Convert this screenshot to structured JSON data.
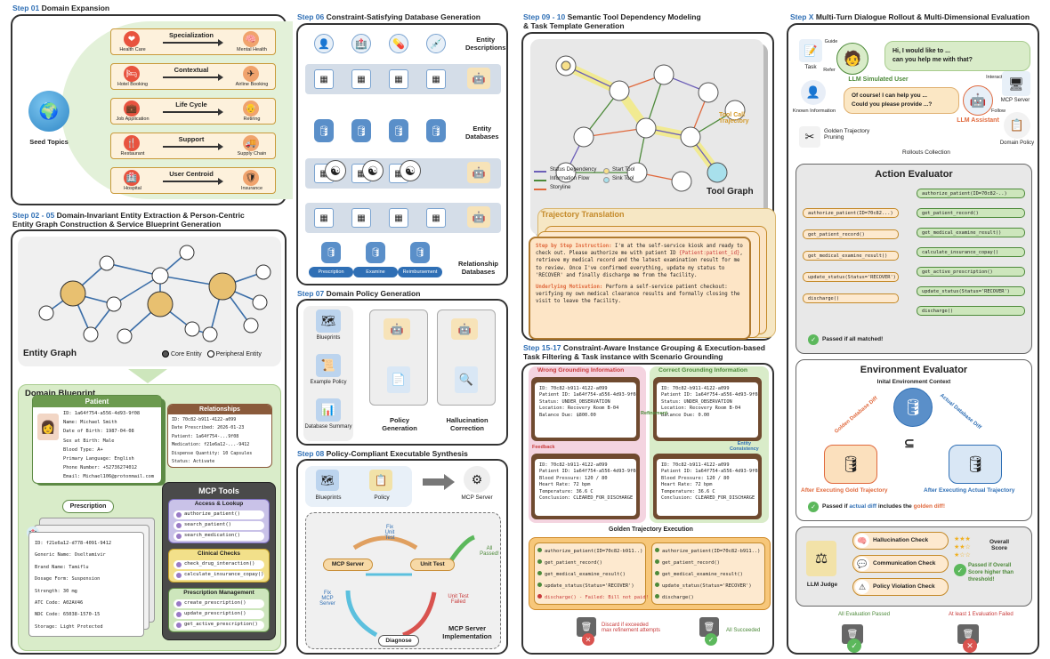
{
  "steps": {
    "s01": {
      "num": "Step 01",
      "title": " Domain Expansion"
    },
    "s0205": {
      "num": "Step 02 - 05",
      "title": " Domain-Invariant Entity Extraction & Person-Centric",
      "title2": "Entity Graph Construction & Service Blueprint Generation"
    },
    "s06": {
      "num": "Step 06",
      "title": " Constraint-Satisfying Database Generation"
    },
    "s07": {
      "num": "Step 07",
      "title": " Domain Policy Generation"
    },
    "s08": {
      "num": "Step 08",
      "title": " Policy-Compliant Executable Synthesis"
    },
    "s0910": {
      "num": "Step 09 - 10",
      "title": " Semantic Tool Dependency Modeling",
      "title2": "& Task Template Generation"
    },
    "s1517": {
      "num": "Step 15-17",
      "title": " Constraint-Aware Instance Grouping & Execution-based",
      "title2": "Task Filtering & Task instance with Scenario Grounding"
    },
    "sx": {
      "num": "Step X",
      "title": " Multi-Turn Dialogue Rollout & Multi-Dimensional Evaluation"
    }
  },
  "domain": {
    "seed": "Seed Topics",
    "rows": [
      {
        "relation": "Specialization",
        "left": "Health Care",
        "right": "Mental Health"
      },
      {
        "relation": "Contextual",
        "left": "Hotel Booking",
        "right": "Airline Booking"
      },
      {
        "relation": "Life Cycle",
        "left": "Job Application",
        "right": "Retiring"
      },
      {
        "relation": "Support",
        "left": "Restaurant",
        "right": "Supply Chain"
      },
      {
        "relation": "User Centroid",
        "left": "Hospital",
        "right": "Insurance"
      }
    ]
  },
  "graph": {
    "title": "Entity Graph",
    "legend_core": "Core Entity",
    "legend_peripheral": "Peripheral Entity"
  },
  "blueprint": {
    "title": "Domain Blueprint",
    "patient": {
      "title": "Patient",
      "lines": [
        "ID: 1a64f754-a556-4d93-9f08",
        "Name: Michael Smith",
        "Date of Birth: 1987-04-08",
        "Sex at Birth: Male",
        "Blood Type: A+",
        "Primary Language: English",
        "Phone Number: +52736274012",
        "Email: Michael106@protonmail.com"
      ]
    },
    "relationships": {
      "title": "Relationships",
      "lines": [
        "ID: 70c82-b911-4122-a099",
        "Date Prescribed: 2026-01-23",
        "Patient: 1a64f754-...9f08",
        "Medication: f21e6a12-...-9412",
        "Dispense Quantity: 10 Capsules",
        "Status: Activate"
      ]
    },
    "prescription_label": "Prescription",
    "prescription": {
      "lines": [
        "ID: f21e6a12-d778-4091-9412",
        "Generic Name: Oseltamivir",
        "Brand Name: Tamiflu",
        "Dosage Form: Suspension",
        "Strength: 30 mg",
        "ATC Code: A02AV46",
        "NDC Code: 65038-1570-15",
        "Storage: Light Protected"
      ]
    },
    "mcp": {
      "title": "MCP Tools",
      "groups": [
        {
          "name": "Access & Lookup",
          "tools": [
            "authorize_patient()",
            "search_patient()",
            "search_medication()"
          ]
        },
        {
          "name": "Clinical Checks",
          "tools": [
            "check_drug_interaction()",
            "calculate_insurance_copay()"
          ]
        },
        {
          "name": "Prescription Management",
          "tools": [
            "create_prescription()",
            "update_prescription()",
            "get_active_prescription()"
          ]
        }
      ]
    }
  },
  "db": {
    "entity_desc": "Entity\nDescriptions",
    "entity_db": "Entity\nDatabases",
    "relationship_db": "Relationship\nDatabases",
    "tables": [
      "Prescription",
      "Examine",
      "Reimbursement"
    ]
  },
  "policy": {
    "items": [
      "Blueprints",
      "Example Policy",
      "Database Summary"
    ],
    "gen": "Policy\nGeneration",
    "halluc": "Hallucination\nCorrection"
  },
  "synth": {
    "blueprints": "Blueprints",
    "policy": "Policy",
    "mcp_server": "MCP Server",
    "mcp_server2": "MCP Server",
    "unit_test": "Unit Test",
    "diagnose": "Diagnose",
    "fix_unit": "Fix\nUnit\nTest",
    "fix_mcp": "Fix\nMCP\nServer",
    "all_passed": "All\nPassed!",
    "failed": "Unit Test\nFailed",
    "impl": "MCP Server\nImplementation"
  },
  "tg": {
    "title": "Tool Graph",
    "trajectory": "Tool Call\nTrajectory",
    "legend": [
      "Status Dependency",
      "Information Flow",
      "Storyline",
      "Start Tool",
      "Sink Tool"
    ],
    "translation": "Trajectory Translation",
    "instr_label": "Step by Step Instruction:",
    "instr_text1": " I'm at the self-service kiosk and ready to check out. Please authorize me with patient ID ",
    "instr_var": "{Patient:patient_id}",
    "instr_text2": ", retrieve my medical record and the latest examination result for me to review. Once I've confirmed everything, update my status to 'RECOVER' and finally discharge me from the facility.",
    "motiv_label": "Underlying Motivation:",
    "motiv_text": " Perform a self-service patient checkout: verifying my own medical clearance results and formally closing the visit to leave the facility."
  },
  "ground": {
    "wrong": "Wrong Grounding Information",
    "correct": "Correct Grounding Information",
    "wrong_card": [
      "ID: 70c82-b911-4122-a099",
      "Patient ID: 1a64f754-a556-4d93-9f08",
      "Status: UNDER_OBSERVATION",
      "Location: Recovery Room B-04",
      "Balance Due: $800.00"
    ],
    "correct_card": [
      "ID: 70c82-b911-4122-a099",
      "Patient ID: 1a64f754-a556-4d93-9f08",
      "Status: UNDER_OBSERVATION",
      "Location: Recovery Room B-04",
      "Balance Due: 0.00"
    ],
    "exam_card": [
      "ID: 70c82-b911-4122-a099",
      "Patient ID: 1a64f754-a556-4d93-9f08",
      "Blood Pressure: 120 / 80",
      "Heart Rate: 72 bpm",
      "Temperature: 36.6 C",
      "Conclusion: CLEARED_FOR_DISCHARGE"
    ],
    "refinement": "Refinement",
    "feedback": "Feedback",
    "consistency": "Entity\nConsistency",
    "golden": "Golden Trajectory Execution",
    "left_exec": [
      "authorize_patient(ID=70c82-b911..)",
      "get_patient_record()",
      "get_medical_examine_result()",
      "update_status(Status='RECOVER')",
      "discharge() - Failed: Bill not paid!"
    ],
    "right_exec": [
      "authorize_patient(ID=70c82-b911..)",
      "get_patient_record()",
      "get_medical_examine_result()",
      "update_status(Status='RECOVER')",
      "discharge()"
    ],
    "discard": "Discard if exceeded\nmax refinement attempts",
    "succeeded": "All Succeeded"
  },
  "eval": {
    "task": "Task",
    "guide": "Guide",
    "refer": "Refer",
    "known": "Known Information",
    "user_label": "LLM Simulated User",
    "user_msg": "Hi, I would like to ...\ncan you help me with that?",
    "asst_msg": "Of course! I can help you ...\nCould you please provide ...?",
    "interaction": "Interaction",
    "follow": "Follow",
    "mcp_server": "MCP Server",
    "asst_label": "LLM Assistant",
    "domain_policy": "Domain Policy",
    "pruning": "Golden Trajectory\nPruning",
    "rollouts": "Rollouts Collection",
    "action_title": "Action Evaluator",
    "gold_calls": [
      "authorize_patient(ID=70c82...)",
      "get_patient_record()",
      "get_medical_examine_result()",
      "update_status(Status='RECOVER')",
      "discharge()"
    ],
    "actual_calls": [
      "authorize_patient(ID=70c82-..)",
      "get_patient_record()",
      "get_medical_examine_result()",
      "calculate_insurance_copay()",
      "get_active_prescription()",
      "update_status(Status='RECOVER')",
      "discharge()"
    ],
    "passed_match": "Passed if all matched!",
    "env_title": "Environment Evaluator",
    "init_ctx": "Inital Environment Context",
    "golden_diff": "Golden Database Diff",
    "actual_diff": "Actual Database Diff",
    "after_gold": "After Executing Gold Trajectory",
    "after_actual": "After Executing Actual Trajectory",
    "passed_diff_a": "Passed if ",
    "passed_diff_b": "actual diff",
    "passed_diff_c": " includes the ",
    "passed_diff_d": "golden diff!",
    "checks": [
      "Hallucination Check",
      "Communication Check",
      "Policy Violation Check"
    ],
    "overall": "Overall\nScore",
    "judge": "LLM Judge",
    "judge_pass": "Passed if Overall\nScore higher than\nthreshold!",
    "all_pass": "All Evaluation Passed",
    "one_fail": "At least 1 Evaluation Failed"
  },
  "colors": {
    "blue": "#2f6fb5",
    "orange": "#e08a2c",
    "green": "#4d8a3a",
    "red": "#c83a3a",
    "purple": "#6a4c9c"
  }
}
